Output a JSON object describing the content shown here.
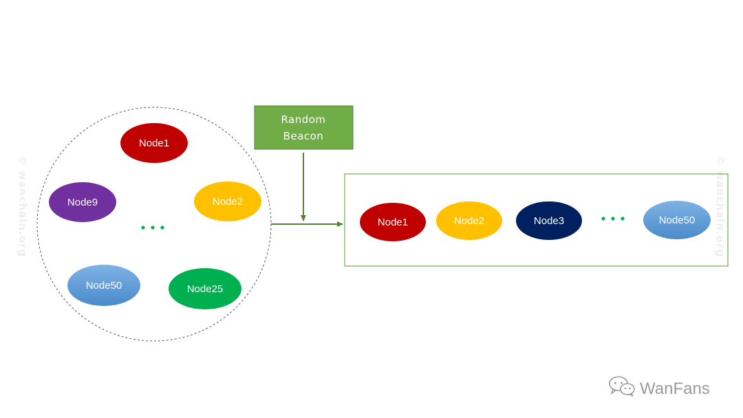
{
  "pool_nodes": [
    {
      "id": "pool-node1",
      "label": "Node1",
      "color": "#c00000"
    },
    {
      "id": "pool-node9",
      "label": "Node9",
      "color": "#7030a0"
    },
    {
      "id": "pool-node2",
      "label": "Node2",
      "color": "#ffc000"
    },
    {
      "id": "pool-node50",
      "label": "Node50",
      "color": "#5b9bd5"
    },
    {
      "id": "pool-node25",
      "label": "Node25",
      "color": "#00b050"
    }
  ],
  "beacon": {
    "line1": "Random",
    "line2": "Beacon",
    "color": "#70ad47",
    "border": "#548235"
  },
  "committee_nodes": [
    {
      "id": "committee-node1",
      "label": "Node1",
      "color": "#c00000"
    },
    {
      "id": "committee-node2",
      "label": "Node2",
      "color": "#ffc000"
    },
    {
      "id": "committee-node3",
      "label": "Node3",
      "color": "#002060"
    },
    {
      "id": "committee-node50",
      "label": "Node50",
      "color": "#5b9bd5"
    }
  ],
  "colors": {
    "arrow": "#548235",
    "committee_border": "#70ad47",
    "dots": "#00b050",
    "pool_border": "#555555"
  },
  "watermarks": {
    "side": "© wanchain.org",
    "brand": "WanFans",
    "brand_icon": "wechat-icon"
  }
}
